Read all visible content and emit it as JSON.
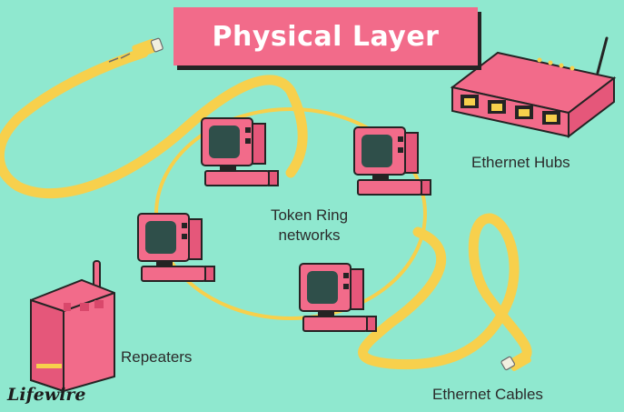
{
  "title": "Physical Layer",
  "labels": {
    "ethernet_hubs": "Ethernet Hubs",
    "token_ring_line1": "Token Ring",
    "token_ring_line2": "networks",
    "repeaters": "Repeaters",
    "ethernet_cables": "Ethernet Cables"
  },
  "brand": "Lifewire",
  "colors": {
    "background": "#8fe8cf",
    "pink": "#f26b8a",
    "cable": "#f7d04c",
    "dark": "#242424",
    "screen": "#2f4f4a"
  }
}
